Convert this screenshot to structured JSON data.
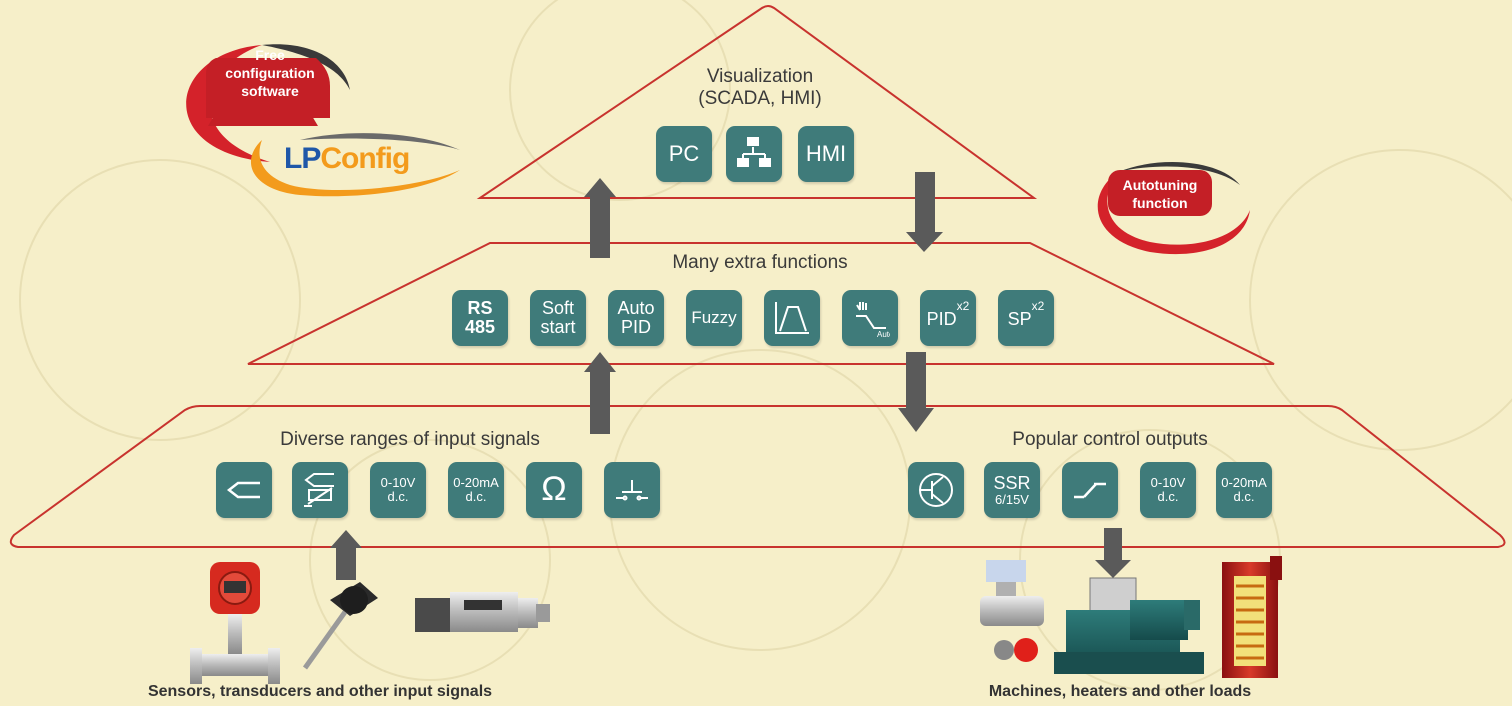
{
  "badges": {
    "free_config": [
      "Free",
      "configuration",
      "software"
    ],
    "autotuning": [
      "Autotuning",
      "function"
    ]
  },
  "logo": {
    "part1": "LP",
    "part2": "Config",
    "color1": "#1f57a8",
    "color2": "#f39b1c"
  },
  "top_tier": {
    "title_line1": "Visualization",
    "title_line2": "(SCADA, HMI)",
    "tiles": [
      {
        "label": "PC"
      },
      {
        "icon": "network-icon"
      },
      {
        "label": "HMI"
      }
    ]
  },
  "middle_tier": {
    "title": "Many extra functions",
    "tiles": [
      {
        "line1": "RS",
        "line2": "485"
      },
      {
        "line1": "Soft",
        "line2": "start"
      },
      {
        "line1": "Auto",
        "line2": "PID"
      },
      {
        "label": "Fuzzy"
      },
      {
        "icon": "ramp-profile-icon"
      },
      {
        "icon": "manual-auto-icon",
        "sub": "Auto"
      },
      {
        "base": "PID",
        "sup": "x2"
      },
      {
        "base": "SP",
        "sup": "x2"
      }
    ]
  },
  "bottom_tier": {
    "left_title": "Diverse ranges of input signals",
    "left_tiles": [
      {
        "icon": "thermocouple-icon"
      },
      {
        "icon": "rtd-thermistor-icon"
      },
      {
        "line1": "0-10V",
        "line2": "d.c."
      },
      {
        "line1": "0-20mA",
        "line2": "d.c."
      },
      {
        "label": "Ω"
      },
      {
        "icon": "contact-input-icon"
      }
    ],
    "right_title": "Popular control outputs",
    "right_tiles": [
      {
        "icon": "transistor-icon"
      },
      {
        "line1": "SSR",
        "line2": "6/15V"
      },
      {
        "icon": "relay-contact-icon"
      },
      {
        "line1": "0-10V",
        "line2": "d.c."
      },
      {
        "line1": "0-20mA",
        "line2": "d.c."
      }
    ]
  },
  "captions": {
    "left": "Sensors, transducers and other input signals",
    "right": "Machines, heaters and other loads"
  },
  "colors": {
    "tile": "#3f7b7a",
    "outline": "#c8332e",
    "arrow": "#5a5a5a",
    "background": "#f6efc9"
  }
}
